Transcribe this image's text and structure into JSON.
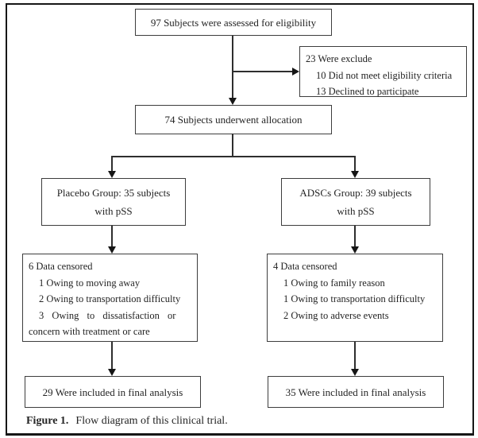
{
  "flow": {
    "eligibility": {
      "text": "97 Subjects were assessed for eligibility"
    },
    "excluded": {
      "title": "23 Were exclude",
      "reasons": [
        "10 Did not meet eligibility criteria",
        "13 Declined to participate"
      ]
    },
    "allocation": {
      "text": "74 Subjects underwent allocation"
    },
    "placebo": {
      "group_line1": "Placebo Group: 35 subjects",
      "group_line2": "with pSS",
      "censored": {
        "title": "6 Data censored",
        "reasons": [
          "1 Owing to moving away",
          "2 Owing to transportation difficulty",
          "3 Owing to dissatisfaction or",
          "concern with treatment or care"
        ]
      },
      "final": "29 Were included in final analysis"
    },
    "adscs": {
      "group_line1": "ADSCs Group: 39 subjects",
      "group_line2": "with pSS",
      "censored": {
        "title": "4 Data censored",
        "reasons": [
          "1 Owing to family reason",
          "1 Owing to transportation difficulty",
          "2 Owing to adverse events"
        ]
      },
      "final": "35 Were included in final analysis"
    }
  },
  "caption": {
    "label": "Figure 1.",
    "text": "Flow diagram of this clinical trial."
  },
  "colors": {
    "frame": "#161616",
    "box_border": "#3d3d3d",
    "text": "#242424",
    "background": "#ffffff"
  }
}
